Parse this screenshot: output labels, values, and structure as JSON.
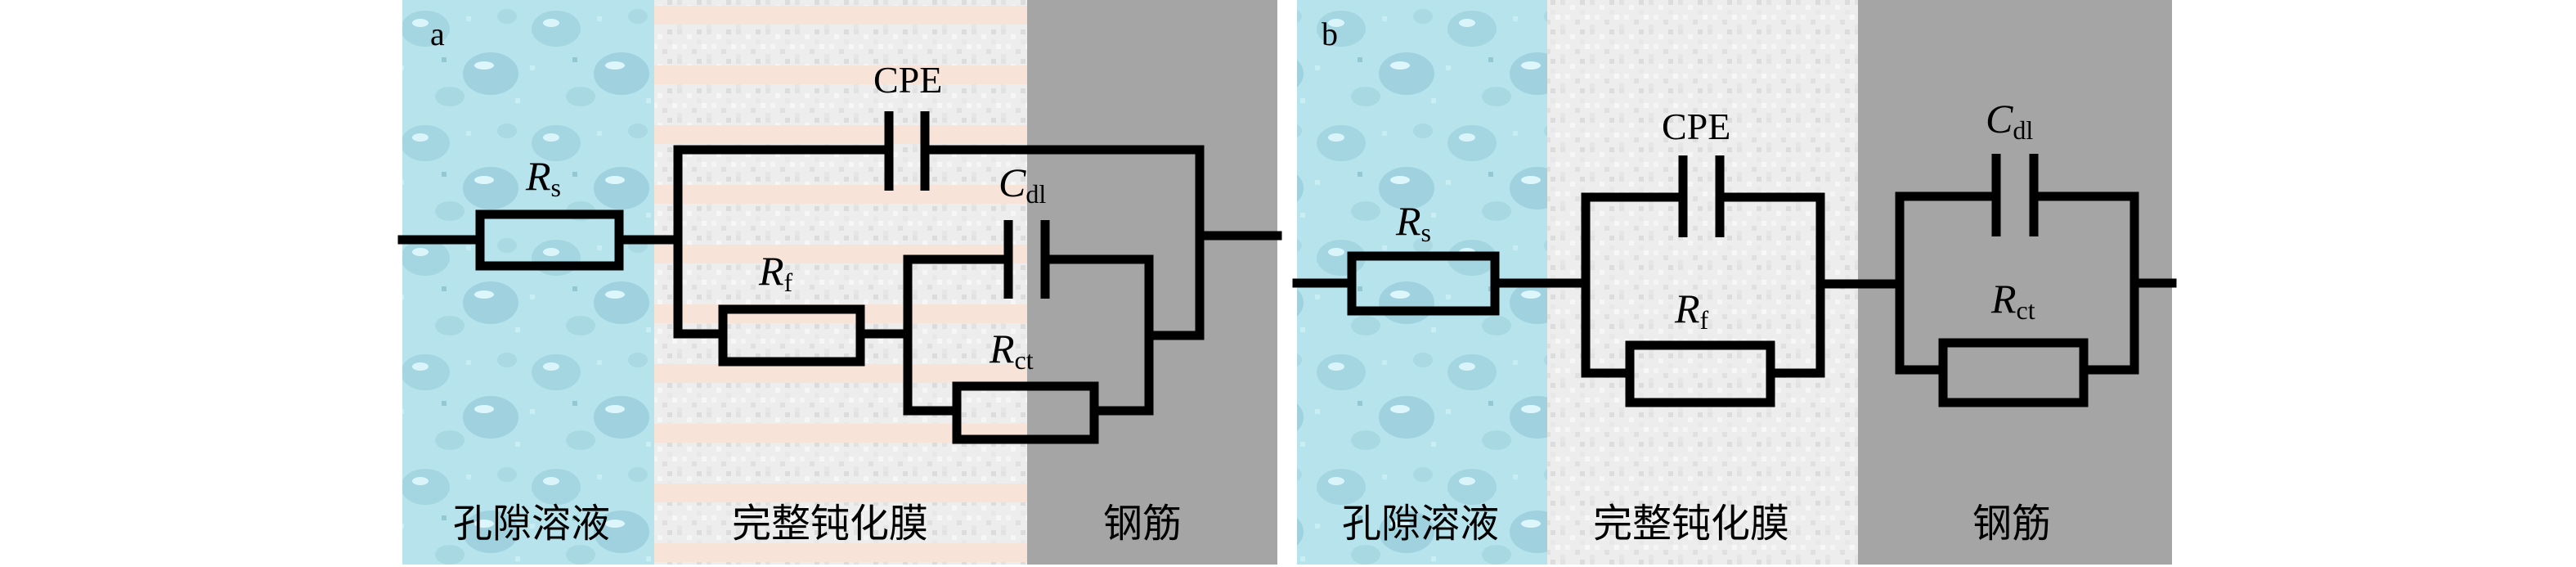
{
  "figure": {
    "panels": [
      {
        "id": "a",
        "letter": "a",
        "regions": {
          "pore_solution": "孔隙溶液",
          "passive_film": "完整钝化膜",
          "steel": "钢筋"
        },
        "components": {
          "Rs": {
            "main": "R",
            "sub": "s"
          },
          "CPE": {
            "main": "CPE"
          },
          "Rf": {
            "main": "R",
            "sub": "f"
          },
          "Cdl": {
            "main": "C",
            "sub": "dl"
          },
          "Rct": {
            "main": "R",
            "sub": "ct"
          }
        }
      },
      {
        "id": "b",
        "letter": "b",
        "regions": {
          "pore_solution": "孔隙溶液",
          "passive_film": "完整钝化膜",
          "steel": "钢筋"
        },
        "components": {
          "Rs": {
            "main": "R",
            "sub": "s"
          },
          "CPE": {
            "main": "CPE"
          },
          "Rf": {
            "main": "R",
            "sub": "f"
          },
          "Cdl": {
            "main": "C",
            "sub": "dl"
          },
          "Rct": {
            "main": "R",
            "sub": "ct"
          }
        }
      }
    ],
    "colors": {
      "pore_solution": "#b6e3ec",
      "pore_solution_dark": "#8ccbd6",
      "passive_film": "#ececec",
      "film_stripe": "#f8e3d8",
      "steel": "#a5a5a5",
      "wire": "#000000"
    }
  }
}
